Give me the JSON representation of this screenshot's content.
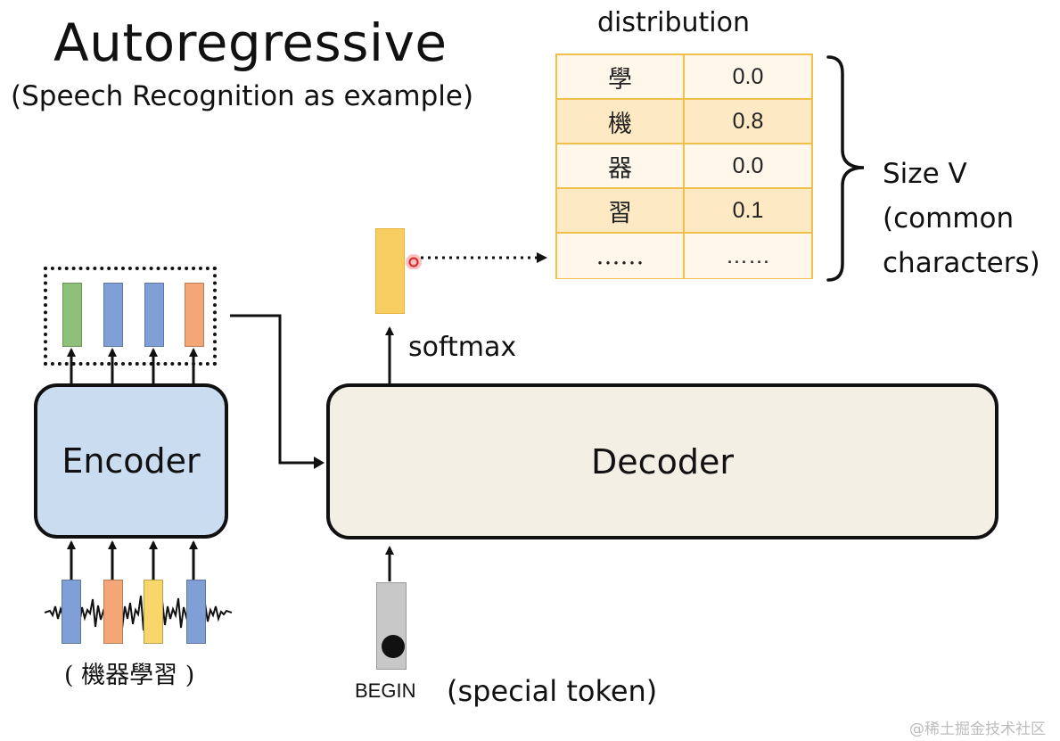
{
  "title": "Autoregressive",
  "subtitle": "(Speech Recognition as example)",
  "distribution": {
    "title": "distribution",
    "rows": [
      {
        "token": "學",
        "prob": "0.0"
      },
      {
        "token": "機",
        "prob": "0.8"
      },
      {
        "token": "器",
        "prob": "0.0"
      },
      {
        "token": "習",
        "prob": "0.1"
      },
      {
        "token": "……",
        "prob": "……"
      }
    ],
    "size_label_1": "Size V",
    "size_label_2": "(common",
    "size_label_3": "characters)"
  },
  "softmax_label": "softmax",
  "decoder_label": "Decoder",
  "encoder_label": "Encoder",
  "begin_label": "BEGIN",
  "special_token_label": "(special token)",
  "audio_label": "( 機器學習 )",
  "watermark": "@稀土掘金技术社区",
  "colors": {
    "table_border": "#f0c04a",
    "table_alt_row": "#fde9c3",
    "softmax_vector": "#f8cd62",
    "encoder_fill": "#c9dcf0",
    "decoder_fill": "#f4efe5",
    "green_vector": "#8fc07a",
    "blue_vector": "#7f9fd6",
    "orange_vector": "#f4a677",
    "yellow_vector": "#f8d66a"
  }
}
